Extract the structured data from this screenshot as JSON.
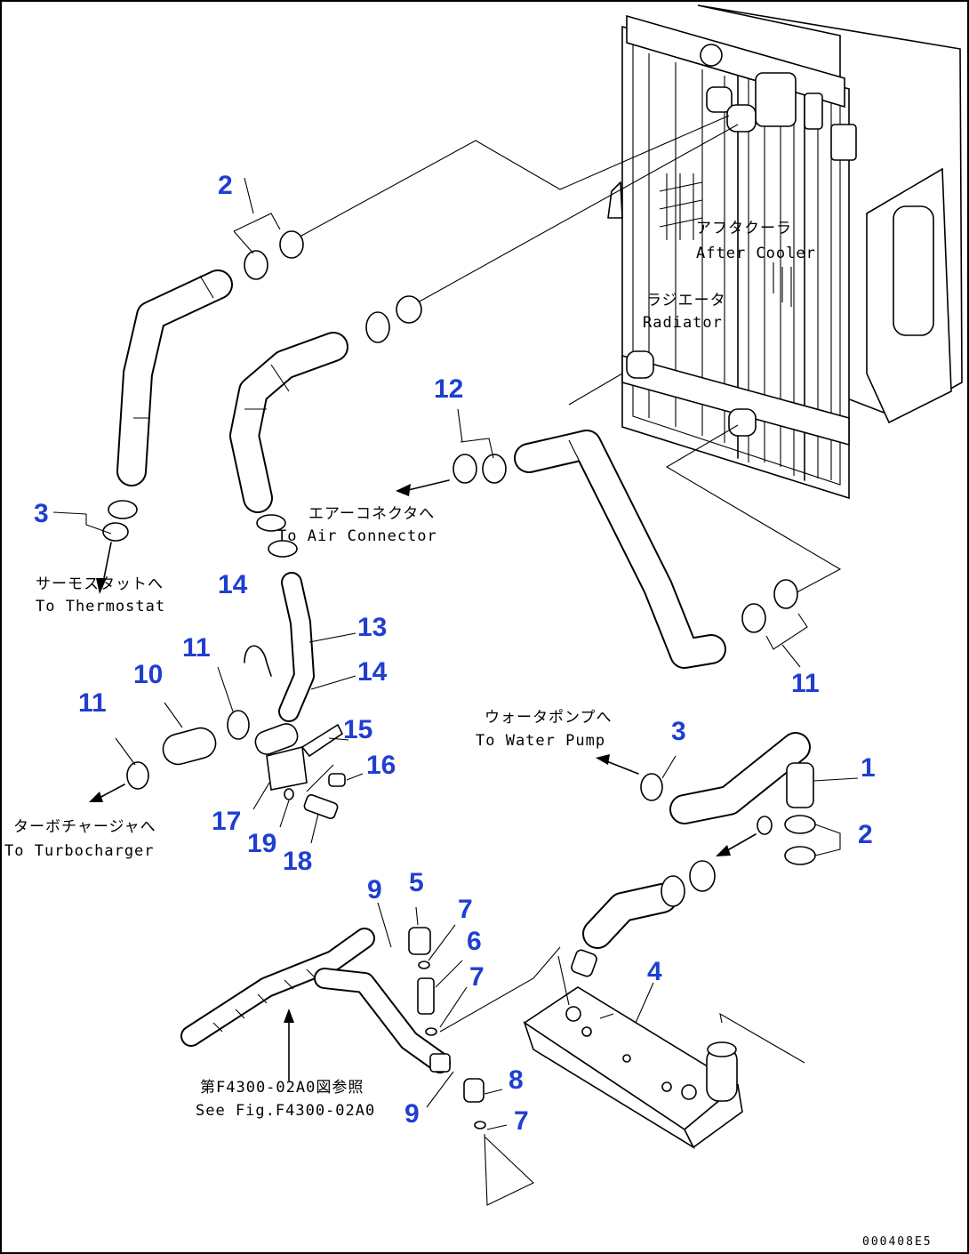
{
  "callouts": {
    "c1": "1",
    "c2a": "2",
    "c2b": "2",
    "c3a": "3",
    "c3b": "3",
    "c4": "4",
    "c5": "5",
    "c6": "6",
    "c7a": "7",
    "c7b": "7",
    "c7c": "7",
    "c8": "8",
    "c9a": "9",
    "c9b": "9",
    "c10": "10",
    "c11a": "11",
    "c11b": "11",
    "c11c": "11",
    "c12": "12",
    "c13": "13",
    "c14a": "14",
    "c14b": "14",
    "c15": "15",
    "c16": "16",
    "c17": "17",
    "c18": "18",
    "c19": "19"
  },
  "notes": {
    "aftercooler_jp": "アフタクーラ",
    "aftercooler_en": "After Cooler",
    "radiator_jp": "ラジエータ",
    "radiator_en": "Radiator",
    "air_connector_jp": "エアーコネクタへ",
    "air_connector_en": "To Air Connector",
    "thermostat_jp": "サーモスタットへ",
    "thermostat_en": "To Thermostat",
    "water_pump_jp": "ウォータポンプへ",
    "water_pump_en": "To Water Pump",
    "turbo_jp": "ターボチャージャへ",
    "turbo_en": "To Turbocharger",
    "see_fig_jp": "第F4300-02A0図参照",
    "see_fig_en": "See Fig.F4300-02A0"
  },
  "drawing_code": "000408E5"
}
